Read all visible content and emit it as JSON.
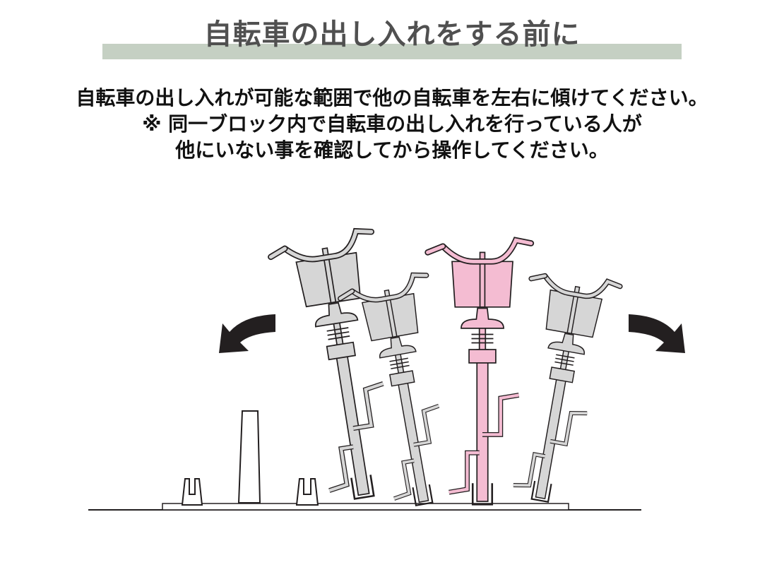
{
  "header": {
    "title": "自転車の出し入れをする前に"
  },
  "instructions": {
    "line1": "自転車の出し入れが可能な範囲で他の自転車を左右に傾けてください。",
    "line2": "※ 同一ブロック内で自転車の出し入れを行っている人が",
    "line3": "他にいない事を確認してから操作してください。"
  },
  "colors": {
    "accent_bar": "#c5d0c3",
    "bike_gray": "#d6d6d6",
    "bike_pink": "#f4bcd2",
    "outline": "#231f20"
  }
}
